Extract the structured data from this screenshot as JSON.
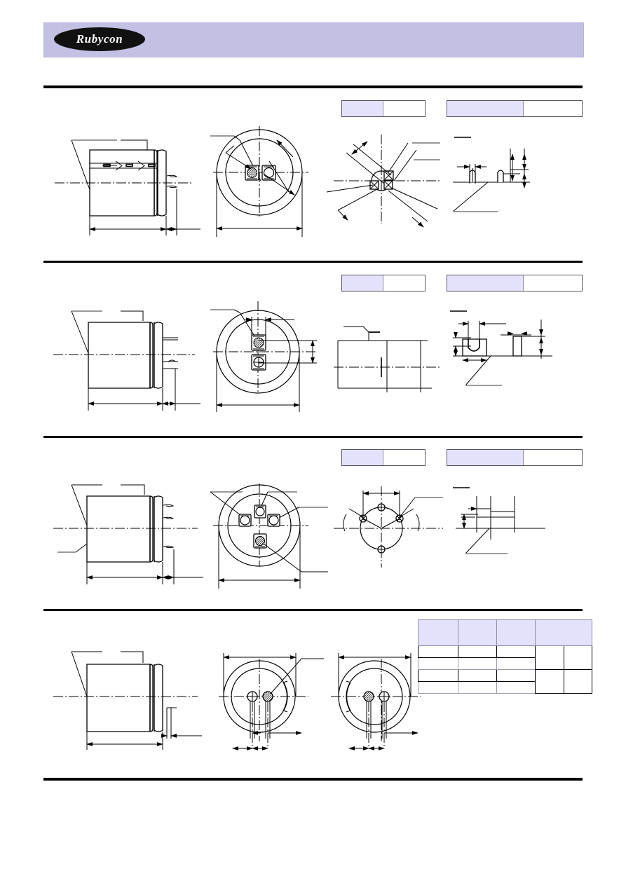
{
  "header": {
    "brand": "Rubycon",
    "logo_icon": "rubycon-oval-logo",
    "banner_title": "",
    "banner_color": "#c3c1e3"
  },
  "colors": {
    "banner": "#c3c1e3",
    "label_key_fill": "#e3e2fa",
    "table_header_fill": "#e3e2fa",
    "rule": "#000000",
    "leader_gray": "#9a9a9a"
  },
  "sections": [
    {
      "id": "section-1",
      "labels": [
        {
          "key": "",
          "value": ""
        },
        {
          "key": "",
          "value": ""
        }
      ],
      "views": [
        {
          "name": "side-view",
          "caption": ""
        },
        {
          "name": "top-view-two-terminal",
          "caption": ""
        },
        {
          "name": "terminal-detail-x-arrangement",
          "caption": ""
        },
        {
          "name": "terminal-pin-profile-detail",
          "caption": ""
        }
      ]
    },
    {
      "id": "section-2",
      "labels": [
        {
          "key": "",
          "value": ""
        },
        {
          "key": "",
          "value": ""
        }
      ],
      "views": [
        {
          "name": "side-view",
          "caption": ""
        },
        {
          "name": "top-view-vertical-pair",
          "caption": ""
        },
        {
          "name": "terminal-tab-detail",
          "caption": ""
        },
        {
          "name": "terminal-slot-profile-detail",
          "caption": ""
        }
      ]
    },
    {
      "id": "section-3",
      "labels": [
        {
          "key": "",
          "value": ""
        },
        {
          "key": "",
          "value": ""
        }
      ],
      "views": [
        {
          "name": "side-view",
          "caption": ""
        },
        {
          "name": "top-view-four-terminal",
          "caption": ""
        },
        {
          "name": "terminal-pitch-angle-detail",
          "caption": ""
        },
        {
          "name": "terminal-step-profile-detail",
          "caption": ""
        }
      ]
    },
    {
      "id": "section-4",
      "labels": [],
      "views": [
        {
          "name": "side-view",
          "caption": ""
        },
        {
          "name": "bottom-view-left-snap-in",
          "caption": ""
        },
        {
          "name": "bottom-view-right-snap-in",
          "caption": ""
        }
      ]
    }
  ],
  "spec_table": {
    "name": "dimension-table",
    "columns": [
      "",
      "",
      "",
      ""
    ],
    "rows": [
      {
        "cells": [
          "",
          "",
          "",
          "",
          ""
        ]
      },
      {
        "cells": [
          "",
          "",
          "",
          "",
          ""
        ]
      },
      {
        "cells": [
          "",
          "",
          "",
          "",
          ""
        ]
      },
      {
        "cells": [
          "",
          "",
          "",
          "",
          ""
        ]
      }
    ]
  }
}
